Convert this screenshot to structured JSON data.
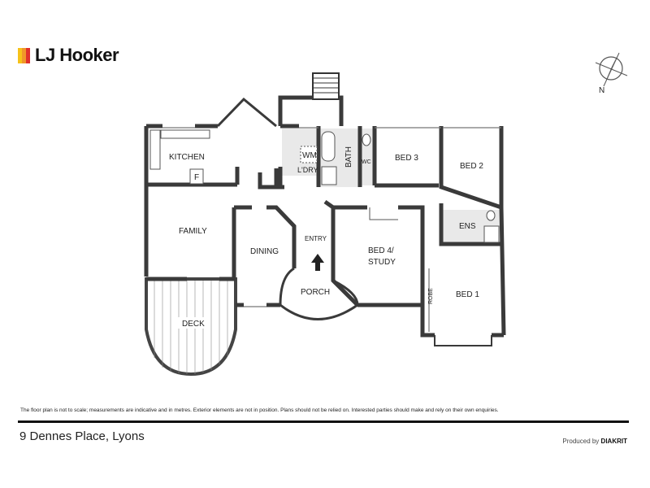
{
  "brand": {
    "name": "LJ Hooker",
    "colors": [
      "#f6c21a",
      "#f0962a",
      "#e0302b"
    ]
  },
  "compass": {
    "label": "N"
  },
  "rooms": {
    "kitchen": "KITCHEN",
    "fridge": "F",
    "wm": "WM",
    "laundry": "L'DRY",
    "bath": "BATH",
    "wc": "WC",
    "bed3": "BED 3",
    "bed2": "BED 2",
    "ens": "ENS",
    "family": "FAMILY",
    "dining": "DINING",
    "entry": "ENTRY",
    "bed4_line1": "BED 4/",
    "bed4_line2": "STUDY",
    "porch": "PORCH",
    "robe": "ROBE",
    "bed1": "BED 1",
    "deck": "DECK"
  },
  "footer": {
    "disclaimer": "The floor plan is not to scale; measurements are indicative and in metres. Exterior elements are not in position. Plans should not be relied on. Interested parties should make and rely on their own enquiries.",
    "address": "9 Dennes Place, Lyons",
    "produced_by": "Produced by",
    "producer": "DIAKRIT"
  }
}
